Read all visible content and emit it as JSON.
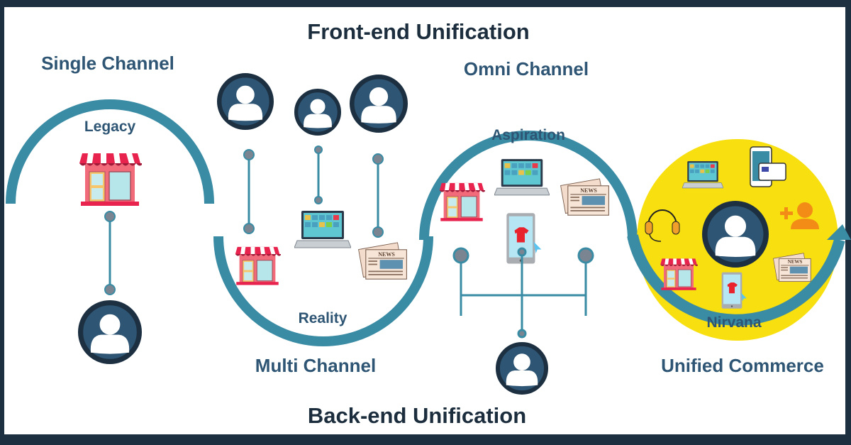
{
  "titles": {
    "front_end": "Front-end Unification",
    "back_end": "Back-end Unification"
  },
  "stages": [
    {
      "heading": "Single Channel",
      "label": "Legacy"
    },
    {
      "heading": "Multi Channel",
      "label": "Reality"
    },
    {
      "heading": "Omni Channel",
      "label": "Aspiration"
    },
    {
      "heading": "Unified Commerce",
      "label": "Nirvana"
    }
  ],
  "icon_labels": {
    "news": "NEWS"
  },
  "colors": {
    "frame": "#1c3041",
    "arc": "#3a8ba4",
    "heading": "#2e5573",
    "title": "#1c2e3d",
    "avatar": "#2e5573",
    "avatar_ring": "#1c3041",
    "nirvana_fill": "#f7df10",
    "store": "#f26b7a",
    "add_user": "#f28c17"
  }
}
